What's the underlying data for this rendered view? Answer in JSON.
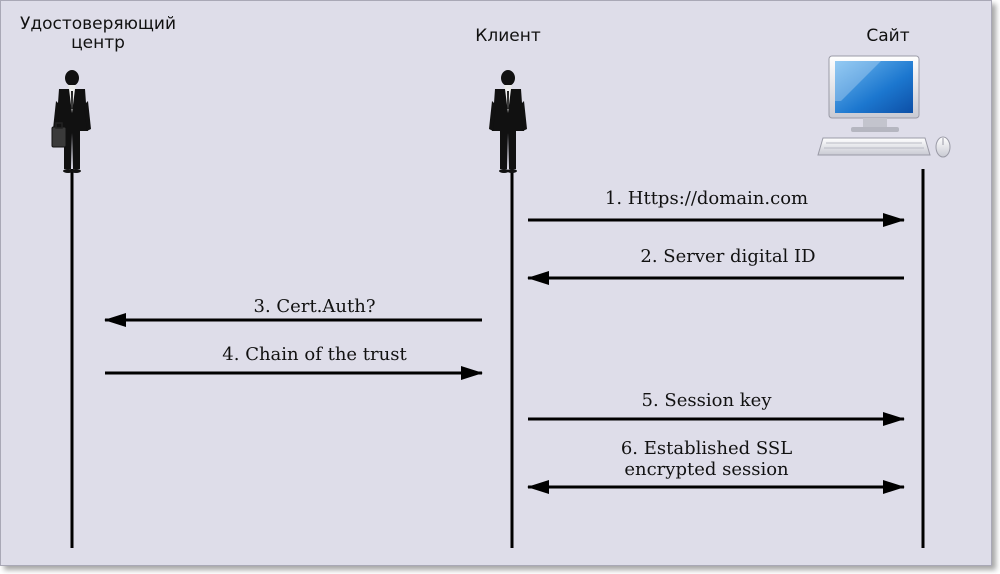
{
  "actors": {
    "ca": {
      "label_line1": "Удостоверяющий",
      "label_line2": "центр",
      "icon": "businessman-with-briefcase"
    },
    "client": {
      "label": "Клиент",
      "icon": "businessman"
    },
    "site": {
      "label": "Сайт",
      "icon": "desktop-computer"
    }
  },
  "messages": [
    {
      "text": "1. Https://domain.com",
      "from": "client",
      "to": "site"
    },
    {
      "text": "2. Server digital ID",
      "from": "site",
      "to": "client"
    },
    {
      "text": "3. Cert.Auth?",
      "from": "client",
      "to": "ca"
    },
    {
      "text": "4. Chain of the trust",
      "from": "ca",
      "to": "client"
    },
    {
      "text": "5. Session key",
      "from": "client",
      "to": "site"
    },
    {
      "text_line1": "6. Established SSL",
      "text_line2": "encrypted session",
      "from": "client",
      "to": "site",
      "bidirectional": true
    }
  ]
}
